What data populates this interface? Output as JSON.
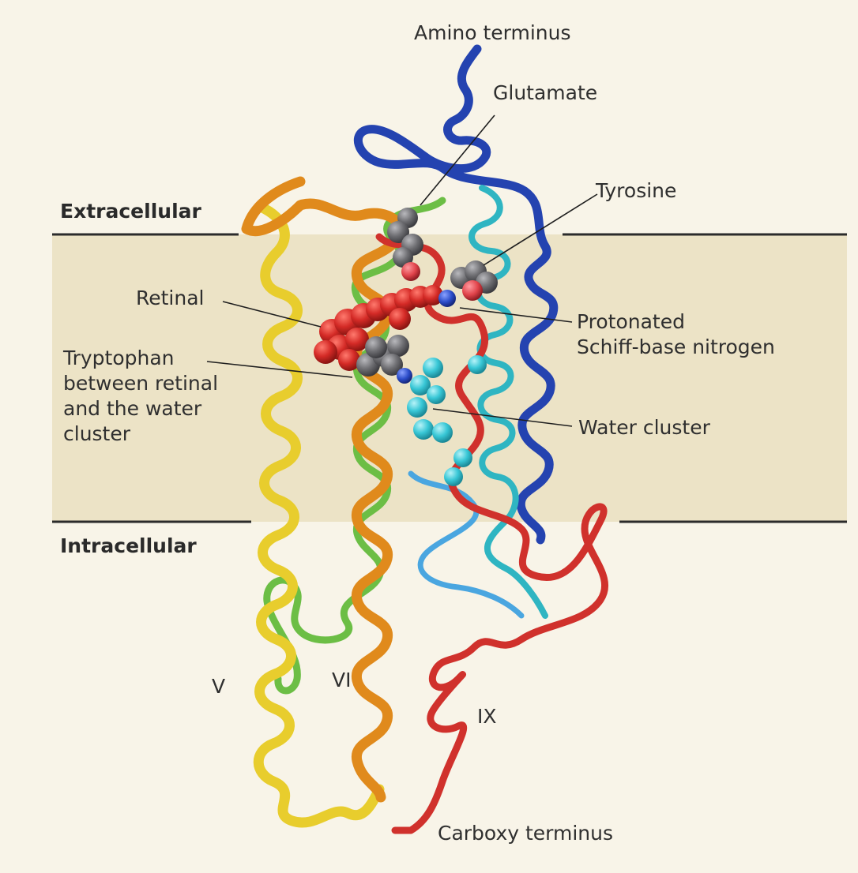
{
  "regions": {
    "extracellular": "Extracellular",
    "intracellular": "Intracellular"
  },
  "labels": {
    "amino_terminus": "Amino terminus",
    "glutamate": "Glutamate",
    "tyrosine": "Tyrosine",
    "retinal": "Retinal",
    "protonated_schiff_base": "Protonated\nSchiff-base nitrogen",
    "tryptophan": "Tryptophan\nbetween retinal\nand the water\ncluster",
    "water_cluster": "Water cluster",
    "carboxy_terminus": "Carboxy terminus",
    "helix_v": "V",
    "helix_vi": "VI",
    "helix_ix": "IX"
  },
  "colors": {
    "background": "#f8f4e8",
    "membrane": "#ece3c6",
    "membrane_lines": "#2b2b2b",
    "retinal": "#d42a26",
    "carbon_atoms": "#6e6e72",
    "oxygen": "#e0434a",
    "nitrogen": "#2b4cc9",
    "water": "#38c7d6",
    "helix_blue": "#2443b0",
    "helix_teal": "#2fb5c2",
    "helix_green": "#6cbe45",
    "helix_yellow": "#e8cd2d",
    "helix_orange": "#e08a1c",
    "helix_red": "#d0312c"
  }
}
